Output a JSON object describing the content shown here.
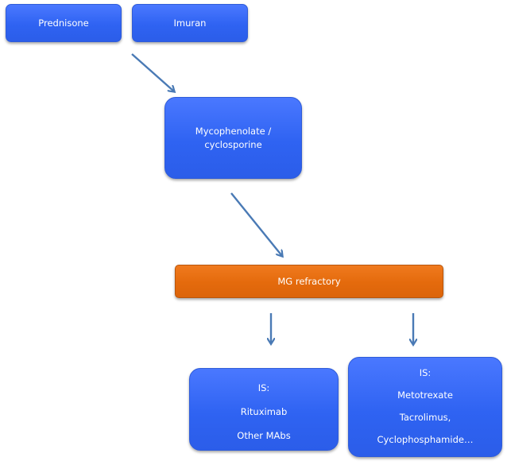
{
  "nodes": {
    "prednisone": "Prednisone",
    "imuran": "Imuran",
    "mycophenolate": [
      "Mycophenolate  /",
      "cyclosporine"
    ],
    "mg_refractory": "MG refractory",
    "is_left": [
      "IS:",
      "Rituximab",
      "Other MAbs"
    ],
    "is_right": [
      "IS:",
      "Metotrexate",
      "Tacrolimus,",
      "Cyclophosphamide…"
    ]
  },
  "colors": {
    "box_blue": "#2f63f2",
    "box_orange": "#e46a0c",
    "arrow": "#4a7ab5",
    "text": "#ffffff"
  }
}
